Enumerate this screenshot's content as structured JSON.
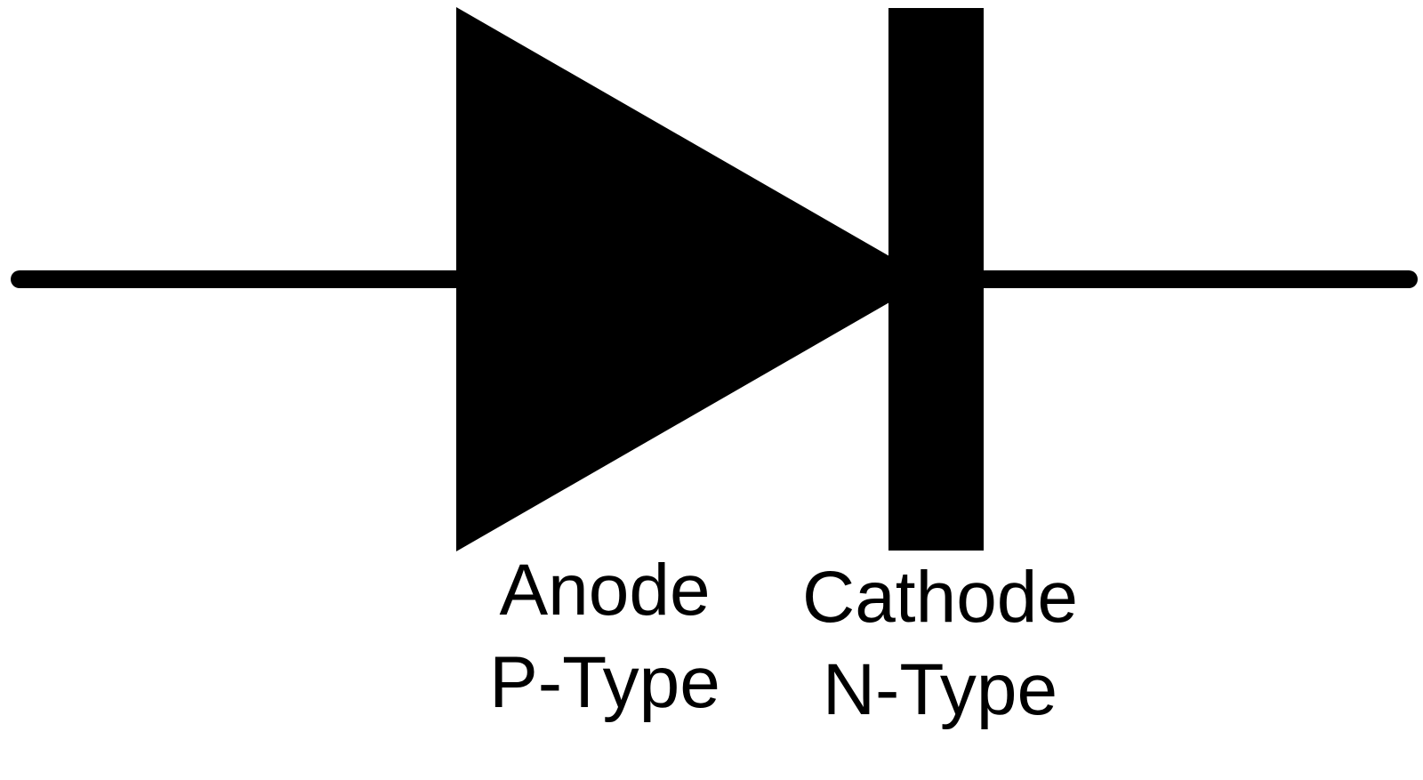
{
  "diagram": {
    "symbol": "diode-icon",
    "anode": {
      "label": "Anode",
      "type": "P-Type"
    },
    "cathode": {
      "label": "Cathode",
      "type": "N-Type"
    },
    "colors": {
      "ink": "#000000",
      "background": "#ffffff"
    }
  }
}
